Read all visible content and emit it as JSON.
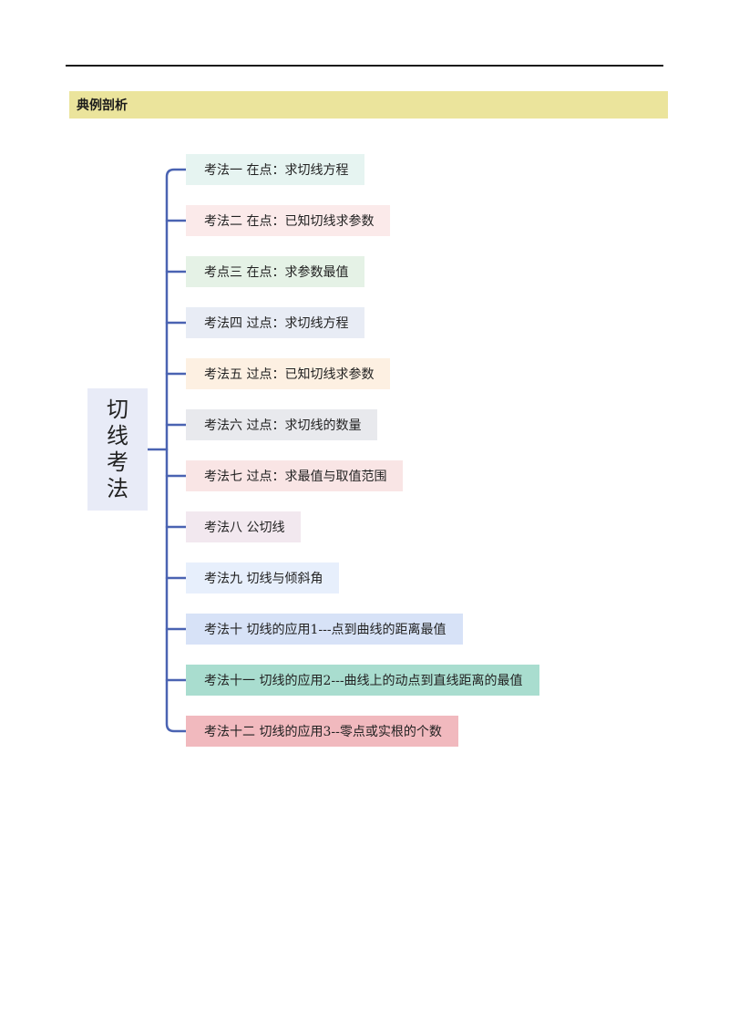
{
  "section": {
    "title": "典例剖析"
  },
  "mindmap": {
    "root": [
      "切",
      "线",
      "考",
      "法"
    ],
    "line_color": "#4a63b2",
    "nodes": [
      {
        "label": "考法一  在点：求切线方程",
        "bg": "#e6f4f1"
      },
      {
        "label": "考法二  在点：已知切线求参数",
        "bg": "#fbeaea"
      },
      {
        "label": "考点三  在点：求参数最值",
        "bg": "#e5f2e6"
      },
      {
        "label": "考法四  过点：求切线方程",
        "bg": "#e8ecf5"
      },
      {
        "label": "考法五  过点：已知切线求参数",
        "bg": "#fdf0e2"
      },
      {
        "label": "考法六  过点：求切线的数量",
        "bg": "#e8e9ed"
      },
      {
        "label": "考法七  过点：求最值与取值范围",
        "bg": "#f9e5e5"
      },
      {
        "label": "考法八  公切线",
        "bg": "#f2e8ef"
      },
      {
        "label": "考法九  切线与倾斜角",
        "bg": "#e7effc"
      },
      {
        "label": "考法十  切线的应用1---点到曲线的距离最值",
        "bg": "#d7e2f7"
      },
      {
        "label": "考法十一   切线的应用2---曲线上的动点到直线距离的最值",
        "bg": "#a9ddcf"
      },
      {
        "label": "考法十二   切线的应用3--零点或实根的个数",
        "bg": "#f1b9be"
      }
    ]
  }
}
